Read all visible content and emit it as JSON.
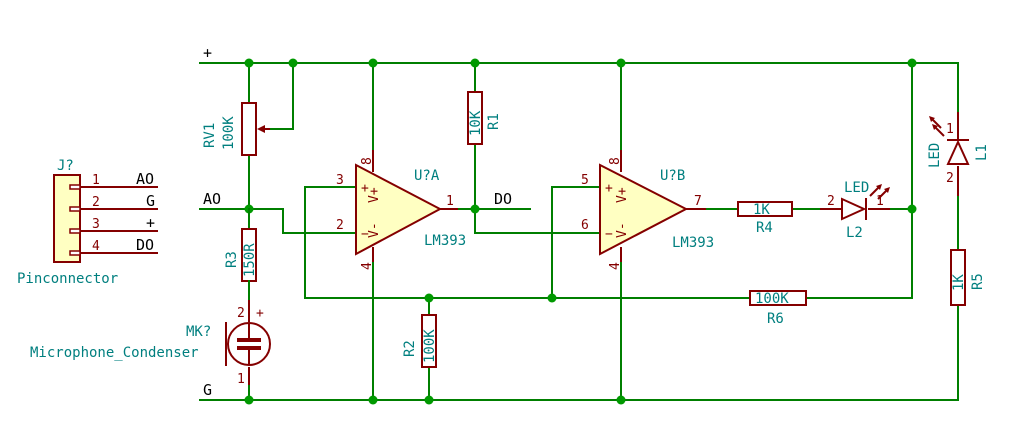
{
  "nets": {
    "plus": "+",
    "ao": "AO",
    "g": "G",
    "do": "DO"
  },
  "connector": {
    "ref": "J?",
    "value": "Pinconnector",
    "pins": [
      {
        "num": "1",
        "label": "AO"
      },
      {
        "num": "2",
        "label": "G"
      },
      {
        "num": "3",
        "label": "+"
      },
      {
        "num": "4",
        "label": "DO"
      }
    ]
  },
  "rv1": {
    "ref": "RV1",
    "value": "100K"
  },
  "r1": {
    "ref": "R1",
    "value": "10K"
  },
  "r2": {
    "ref": "R2",
    "value": "100K"
  },
  "r3": {
    "ref": "R3",
    "value": "150R"
  },
  "r4": {
    "ref": "R4",
    "value": "1K"
  },
  "r5": {
    "ref": "R5",
    "value": "1K"
  },
  "r6": {
    "ref": "R6",
    "value": "100K"
  },
  "mic": {
    "ref": "MK?",
    "value": "Microphone_Condenser",
    "pin1": "1",
    "pin2": "2",
    "plus": "+"
  },
  "ua": {
    "ref": "U?A",
    "value": "LM393",
    "pin_inp": "3",
    "pin_inn": "2",
    "pin_out": "1",
    "pin_vp": "8",
    "pin_vn": "4",
    "vplus": "V+",
    "vminus": "V-"
  },
  "ub": {
    "ref": "U?B",
    "value": "LM393",
    "pin_inp": "5",
    "pin_inn": "6",
    "pin_out": "7",
    "pin_vp": "8",
    "pin_vn": "4",
    "vplus": "V+",
    "vminus": "V-"
  },
  "l1": {
    "ref": "L1",
    "value": "LED",
    "pin1": "1",
    "pin2": "2"
  },
  "l2": {
    "ref": "L2",
    "value": "LED",
    "pin1": "1",
    "pin2": "2"
  },
  "opamp_symbols": {
    "plus": "+",
    "minus": "−"
  }
}
